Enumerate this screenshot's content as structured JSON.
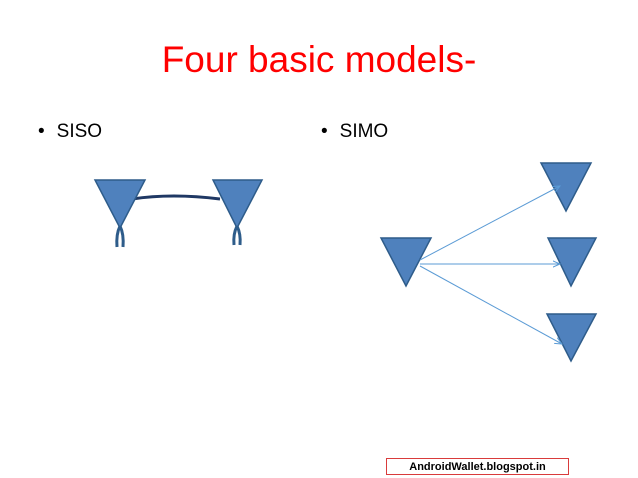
{
  "title": "Four basic models-",
  "bullets": {
    "left": "SISO",
    "right": "SIMO"
  },
  "footer": "AndroidWallet.blogspot.in",
  "colors": {
    "title": "#ff0000",
    "antenna_fill": "#4f81bd",
    "antenna_stroke": "#2e5c8a",
    "link_line": "#1f3864",
    "arrow": "#5b9bd5",
    "footer_border": "#d93b3b"
  },
  "icons": [
    "antenna-icon",
    "arrow-icon"
  ]
}
